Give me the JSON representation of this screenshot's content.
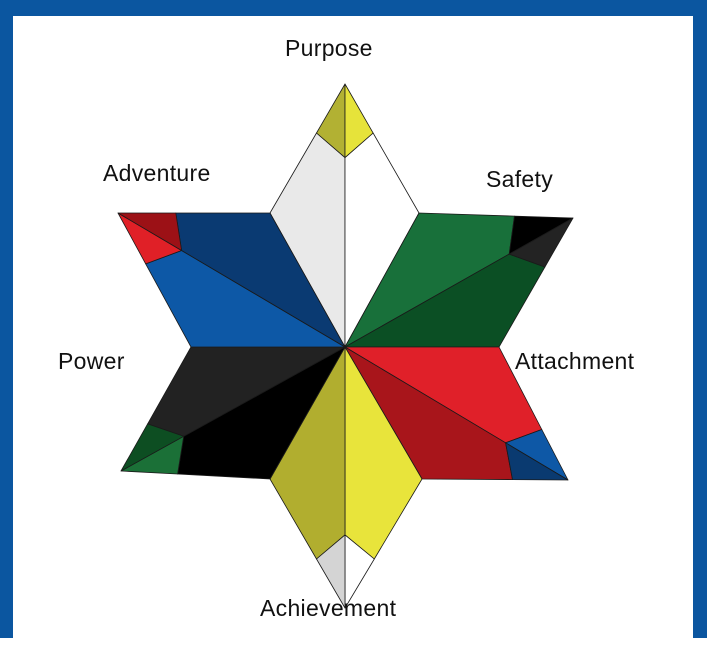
{
  "frame_color": "#0b56a0",
  "points": {
    "purpose": {
      "label": "Purpose",
      "colors": {
        "light": "#e9e9e9",
        "dark": "#ffffff",
        "tip_light": "#b2b133",
        "tip_dark": "#e6e33a"
      }
    },
    "safety": {
      "label": "Safety",
      "colors": {
        "light": "#18703a",
        "dark": "#0b4f24",
        "tip_light": "#000000",
        "tip_dark": "#232323"
      }
    },
    "attachment": {
      "label": "Attachment",
      "colors": {
        "light": "#e02029",
        "dark": "#a8151b",
        "tip_light": "#0e58a6",
        "tip_dark": "#0a3a70"
      }
    },
    "achievement": {
      "label": "Achievement",
      "colors": {
        "light": "#e8e43b",
        "dark": "#b1ae2f",
        "tip_light": "#ffffff",
        "tip_dark": "#d4d4d4"
      }
    },
    "power": {
      "label": "Power",
      "colors": {
        "light": "#000000",
        "dark": "#222222",
        "tip_light": "#1b7037",
        "tip_dark": "#0d4e22"
      }
    },
    "adventure": {
      "label": "Adventure",
      "colors": {
        "light": "#0d58a6",
        "dark": "#0a3a72",
        "tip_light": "#e02027",
        "tip_dark": "#9c1116"
      }
    }
  }
}
